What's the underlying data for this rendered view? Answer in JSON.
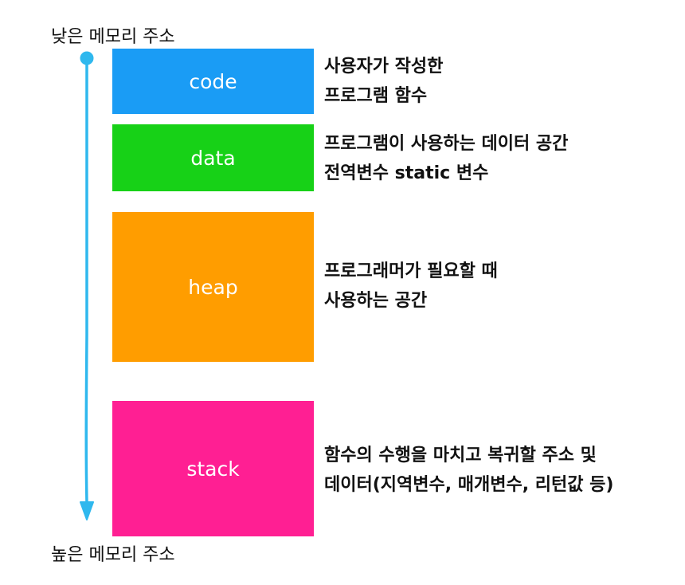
{
  "labels": {
    "low_address": "낮은 메모리 주소",
    "high_address": "높은 메모리 주소"
  },
  "colors": {
    "code": "#1a9cf5",
    "data": "#17d117",
    "heap": "#ff9d00",
    "stack": "#ff1f93",
    "arrow": "#2fb8ee"
  },
  "segments": [
    {
      "name": "code",
      "description": [
        "사용자가 작성한",
        "프로그램 함수"
      ]
    },
    {
      "name": "data",
      "description": [
        "프로그램이 사용하는 데이터 공간",
        "전역변수 static 변수"
      ]
    },
    {
      "name": "heap",
      "description": [
        "프로그래머가 필요할 때",
        "사용하는 공간"
      ]
    },
    {
      "name": "stack",
      "description": [
        "함수의 수행을 마치고 복귀할 주소 및",
        "데이터(지역변수, 매개변수, 리턴값 등)"
      ]
    }
  ]
}
